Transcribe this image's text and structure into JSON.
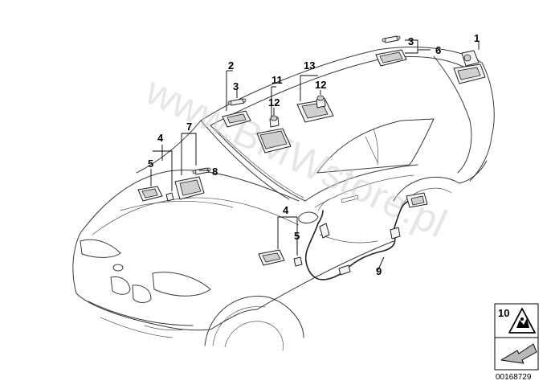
{
  "diagram": {
    "watermark": "www.BMWstore.pl",
    "reference_number": "00168729",
    "callouts": {
      "c1": "1",
      "c2": "2",
      "c3a": "3",
      "c3b": "3",
      "c4a": "4",
      "c4b": "4",
      "c5a": "5",
      "c5b": "5",
      "c6": "6",
      "c7": "7",
      "c8": "8",
      "c9": "9",
      "c10": "10",
      "c11": "11",
      "c12a": "12",
      "c12b": "12",
      "c13": "13"
    }
  }
}
